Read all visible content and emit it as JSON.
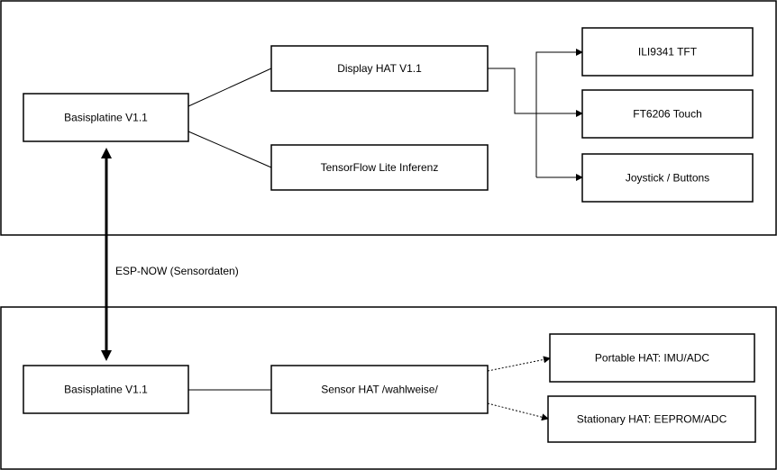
{
  "top_group": {
    "basis": "Basisplatine V1.1",
    "display_hat": "Display HAT V1.1",
    "tensorflow": "TensorFlow Lite Inferenz",
    "tft": "ILI9341 TFT",
    "touch": "FT6206 Touch",
    "joystick": "Joystick / Buttons"
  },
  "link_label": "ESP-NOW (Sensordaten)",
  "bottom_group": {
    "basis": "Basisplatine V1.1",
    "sensor_hat": "Sensor HAT /wahlweise/",
    "portable": "Portable HAT: IMU/ADC",
    "stationary": "Stationary HAT: EEPROM/ADC"
  }
}
